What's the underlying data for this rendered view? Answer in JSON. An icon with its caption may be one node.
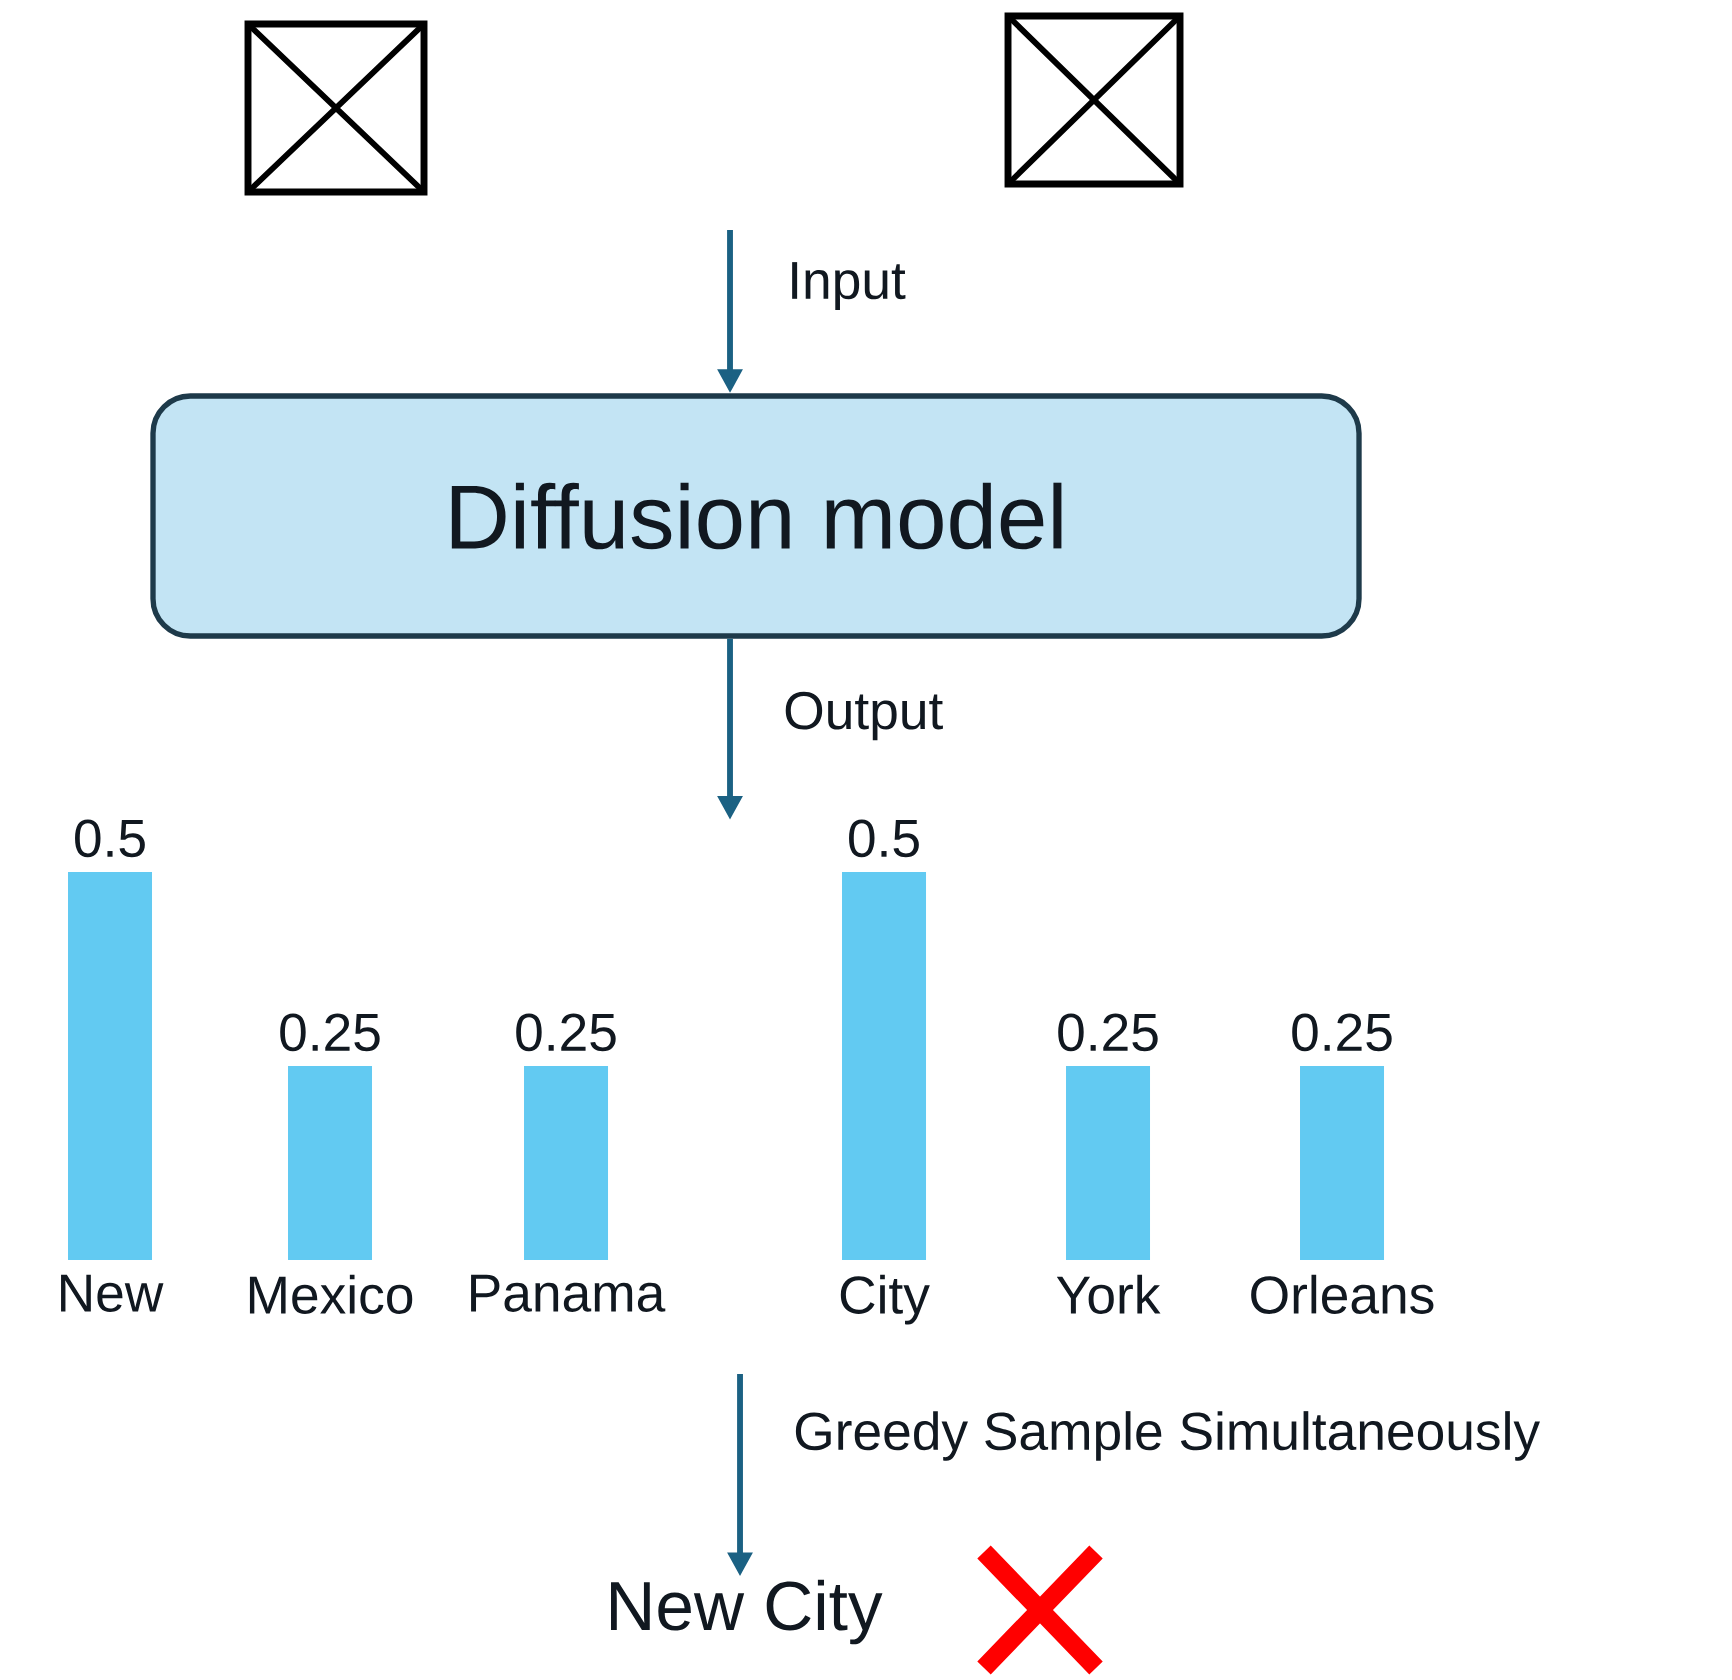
{
  "diagram": {
    "nodes": [
      {
        "text": [],
        "shape": "box"
      },
      {
        "text": [],
        "shape": "box"
      },
      {
        "text": [
          "Diffusion model"
        ]
      },
      {
        "text": [
          "New City"
        ]
      }
    ],
    "edges": [
      {
        "from": null,
        "to": 2,
        "arrow": "to",
        "label": "Input"
      },
      {
        "from": 2,
        "to": null,
        "arrow": "to",
        "label": "Output"
      },
      {
        "from": null,
        "to": 3,
        "arrow": "to",
        "label": "Greedy Sample Simultaneously"
      }
    ],
    "chart_data": {
      "type": "bar",
      "categories": [
        "New",
        "Mexico",
        "Panama",
        "City",
        "York",
        "Orleans"
      ],
      "series": [
        {
          "color": "#62caf2",
          "values": [
            0.5,
            0.25,
            0.25,
            0.5,
            0.25,
            0.25
          ]
        }
      ],
      "data_labels": true
    }
  }
}
